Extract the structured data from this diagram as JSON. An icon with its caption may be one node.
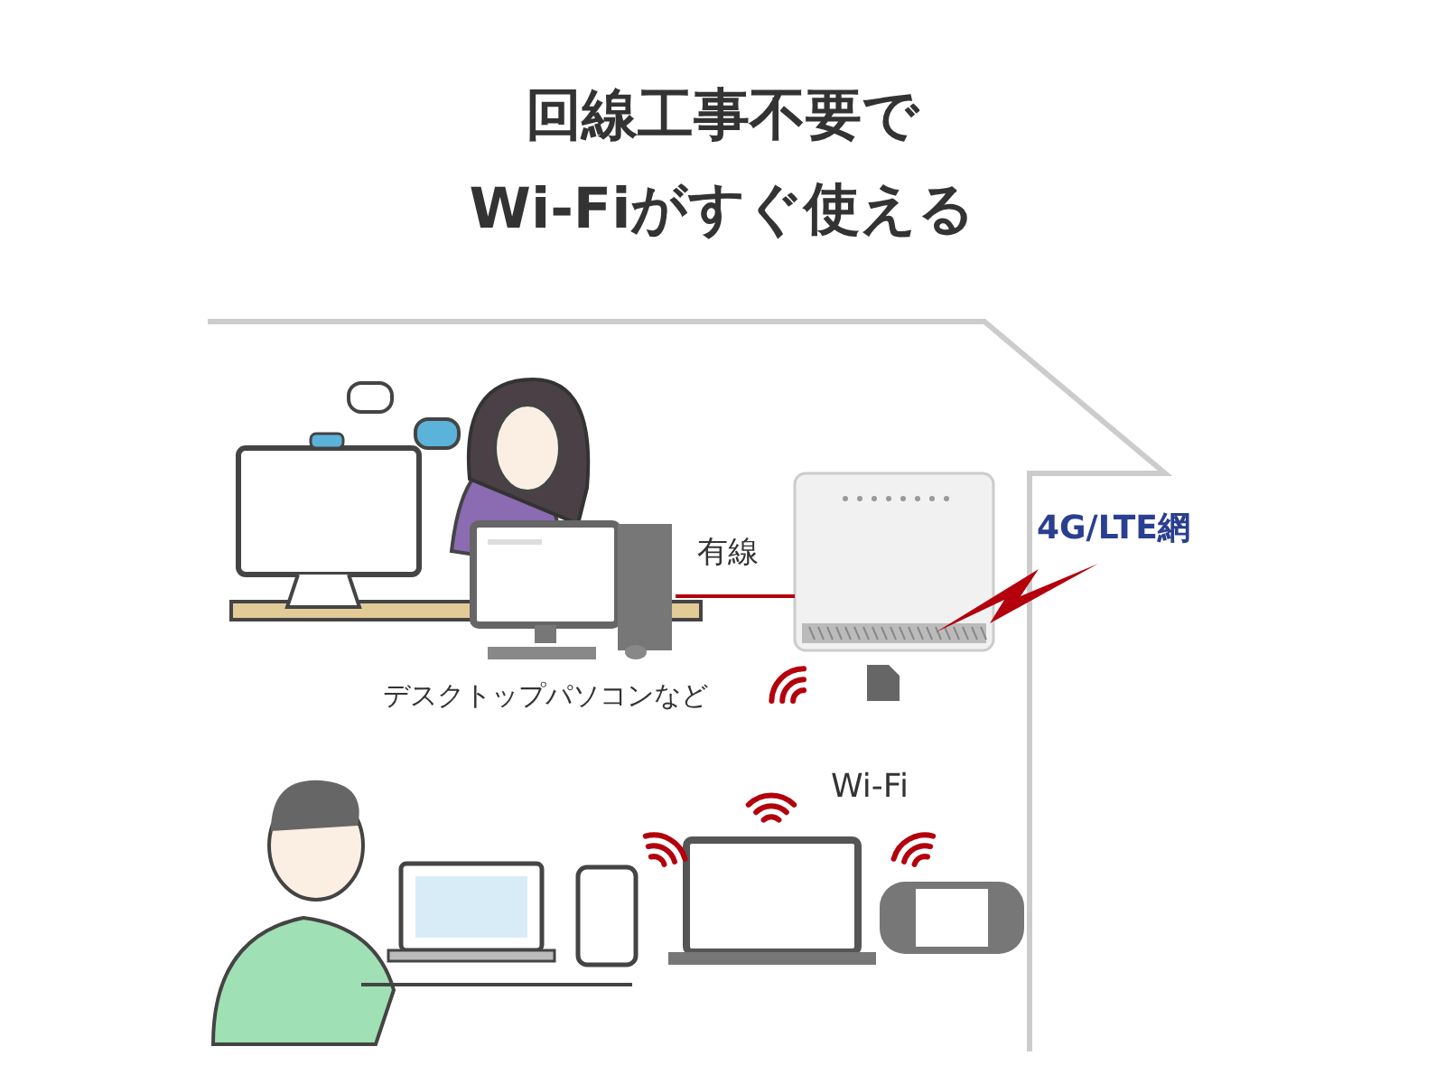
{
  "diagram": {
    "title": "回線工事不要でWi-Fiがすぐ使える",
    "nodes": [
      {
        "text": [],
        "shape": "picture",
        "beside": [
          "デスクトップパソコンなど"
        ]
      },
      {
        "text": [],
        "shape": "picture"
      }
    ],
    "edges": [
      {
        "from": 0,
        "to": 1,
        "arrow": "none",
        "label": "有線",
        "color": "#b3000c"
      }
    ],
    "labels": [
      "4G/LTE網",
      "Wi-Fi"
    ]
  }
}
